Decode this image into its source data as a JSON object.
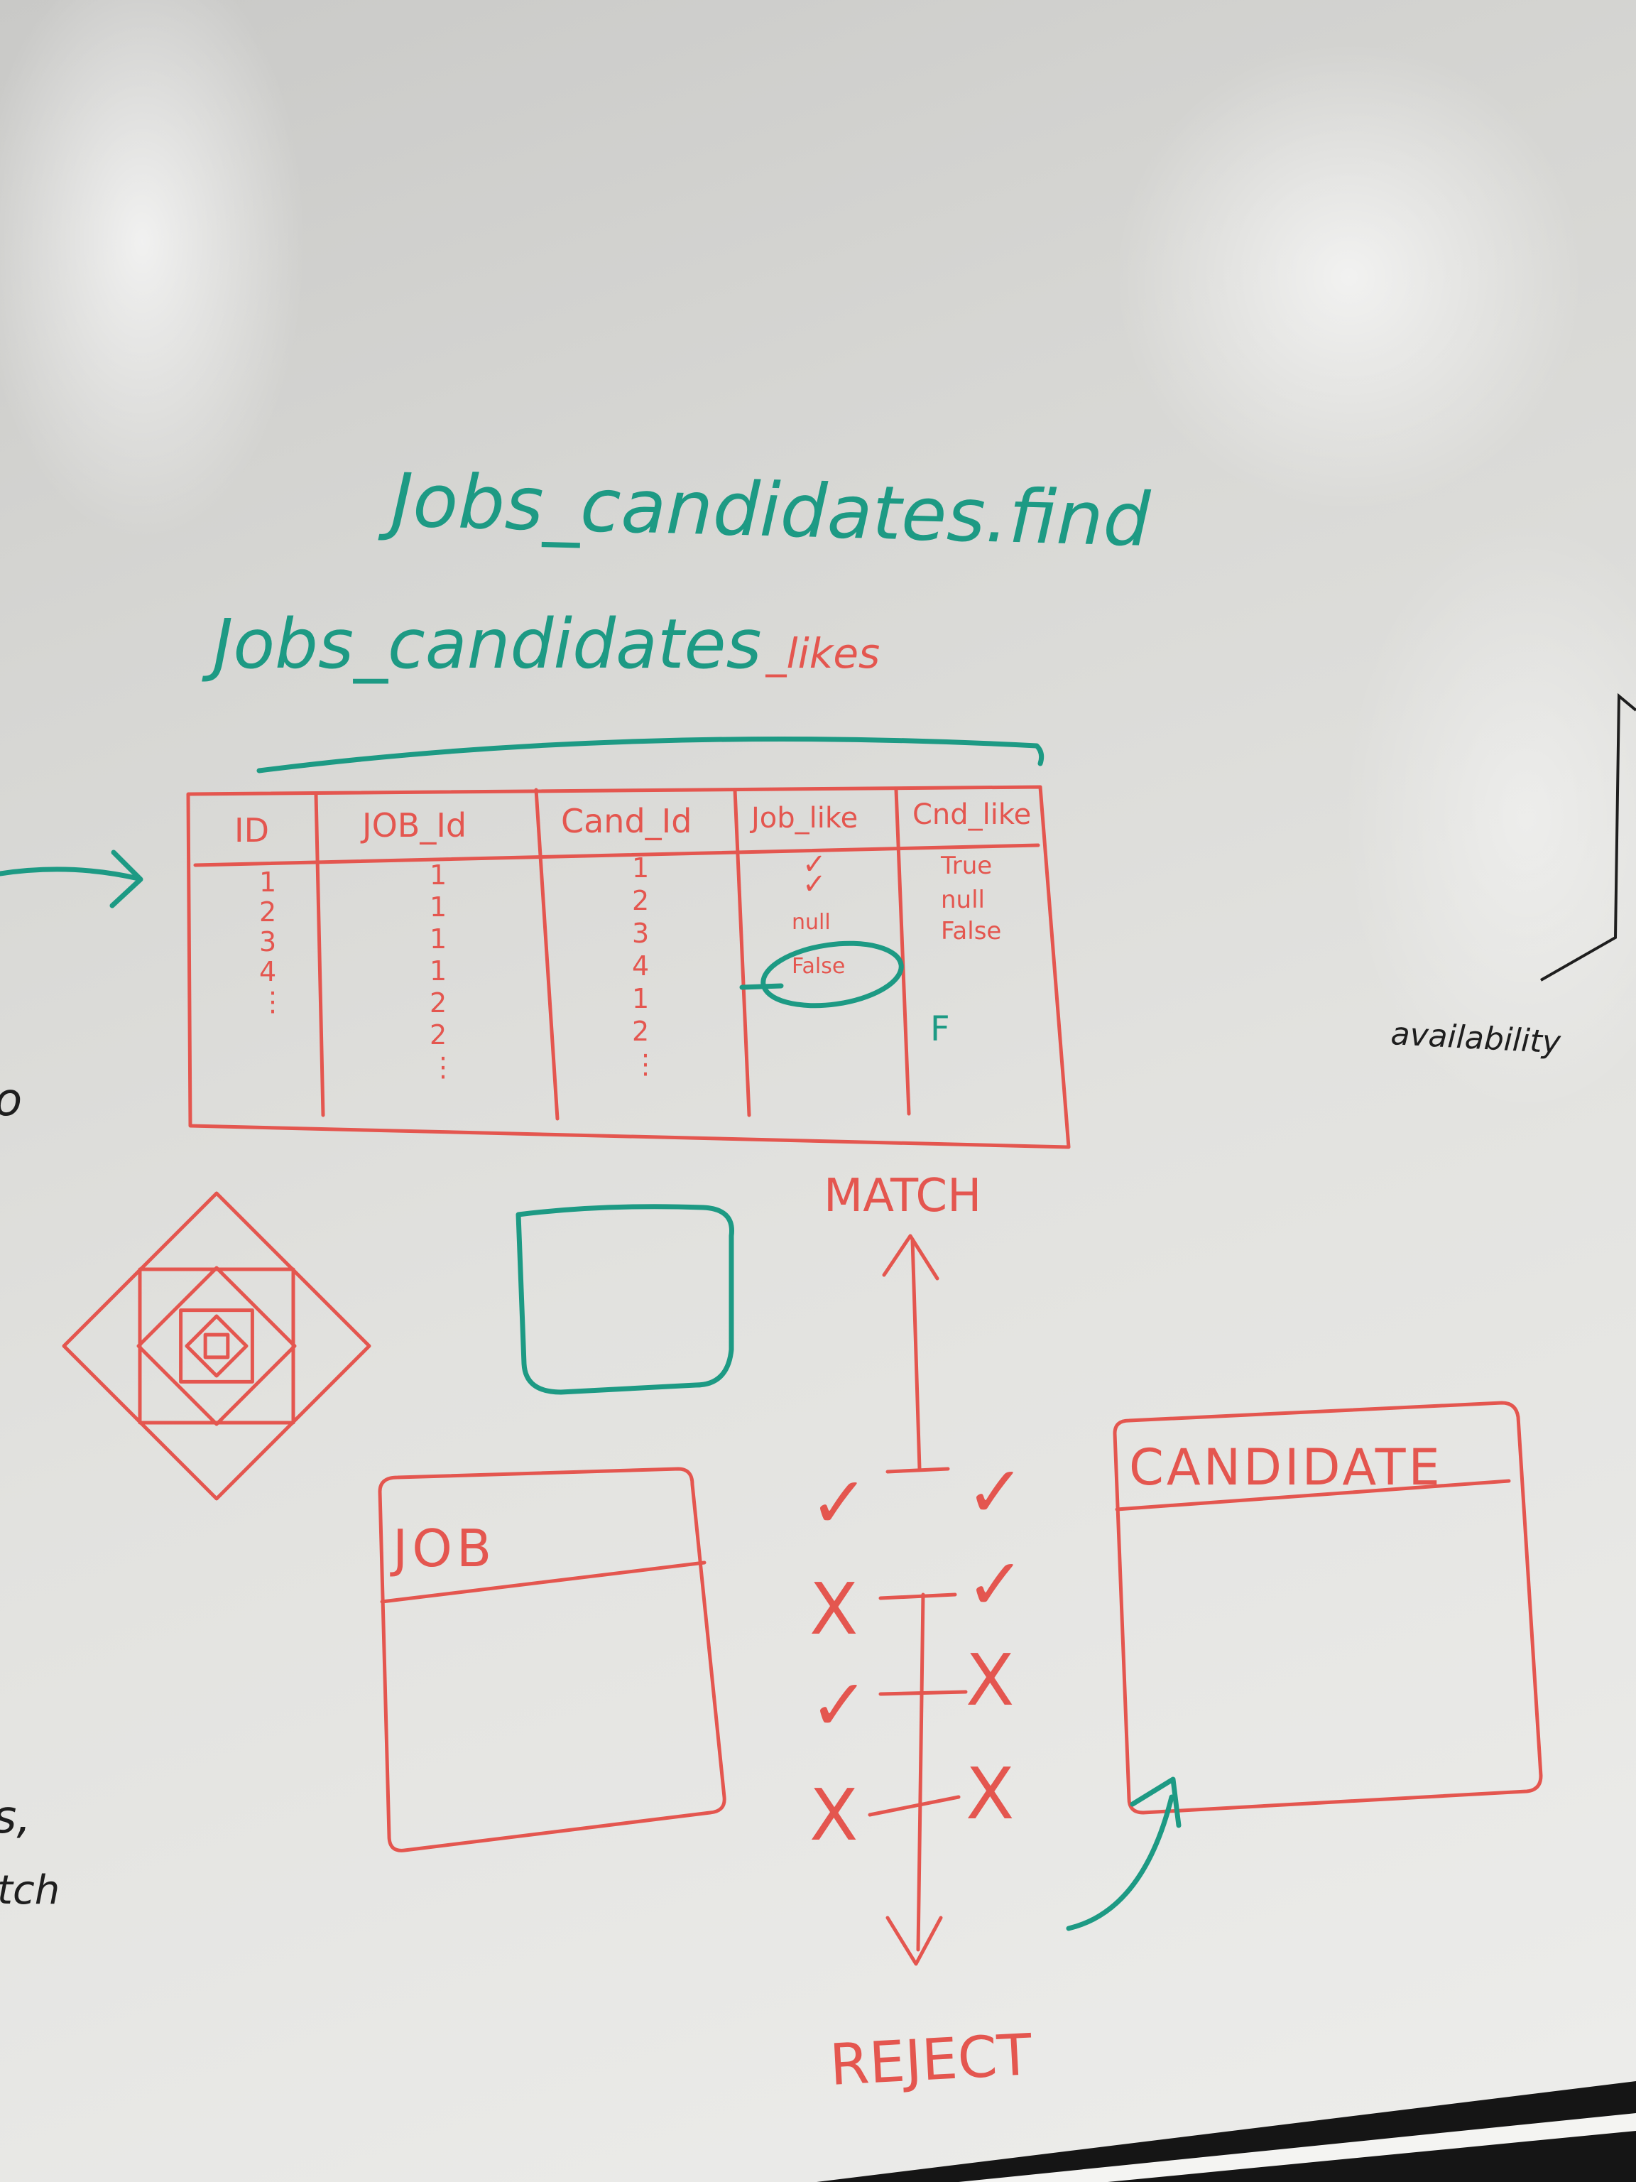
{
  "colors": {
    "board": "#e6e6e3",
    "red_marker": "#e4564f",
    "teal_marker": "#1d9a84",
    "black_marker": "#1e1e1e",
    "frame": "#151515"
  },
  "heading_find": "Jobs_candidates.find",
  "heading_likes_main": "Jobs_candidates",
  "heading_likes_suffix": "_likes",
  "table": {
    "headers": [
      "ID",
      "JOB_Id",
      "Cand_Id",
      "Job_like",
      "Cnd_like"
    ],
    "col_id": [
      "1",
      "2",
      "3",
      "4",
      "⋮"
    ],
    "col_job_id": [
      "1",
      "1",
      "1",
      "1",
      "2",
      "2",
      "⋮"
    ],
    "col_cand_id": [
      "1",
      "2",
      "3",
      "4",
      "1",
      "2",
      "⋮"
    ],
    "col_job_like": [
      "✓",
      "✓",
      "null",
      "False"
    ],
    "col_cnd_like": [
      "True",
      "null",
      "False",
      "F"
    ]
  },
  "labels": {
    "match": "MATCH",
    "reject": "REJECT",
    "job_box": "JOB",
    "candidate_box": "CANDIDATE",
    "availability": "availability"
  },
  "left_margin_fragments": [
    "o",
    "s,",
    "tch"
  ],
  "swipes": {
    "left": [
      "✓",
      "X",
      "✓",
      "X"
    ],
    "right": [
      "✓",
      "✓",
      "X",
      "X"
    ]
  }
}
